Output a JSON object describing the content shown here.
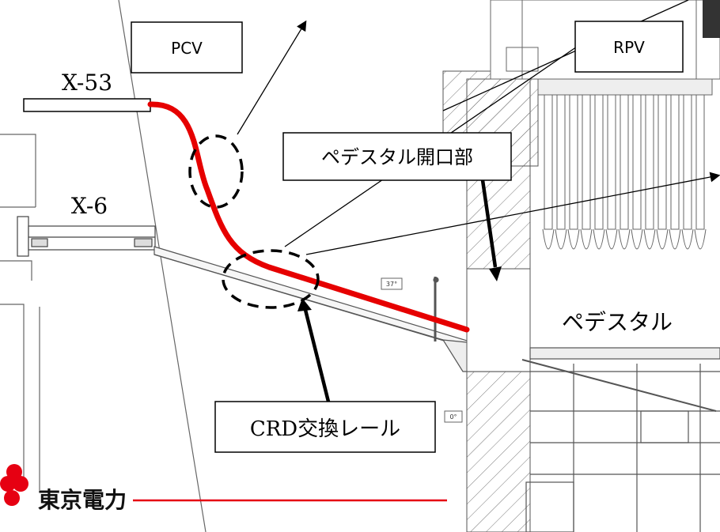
{
  "labels": {
    "pcv": "PCV",
    "rpv": "RPV",
    "x53": "X-53",
    "x6": "X-6",
    "pedestal_opening": "ペデスタル開口部",
    "pedestal": "ペデスタル",
    "crd_rail": "CRD交換レール",
    "small_tag_1": "37°",
    "small_tag_2": "0°"
  },
  "logo": {
    "company": "東京電力"
  },
  "colors": {
    "route": "#e60000",
    "logo_red": "#e60012",
    "footer_line": "#e60012",
    "line_art": "#555555",
    "box_border": "#000000"
  }
}
